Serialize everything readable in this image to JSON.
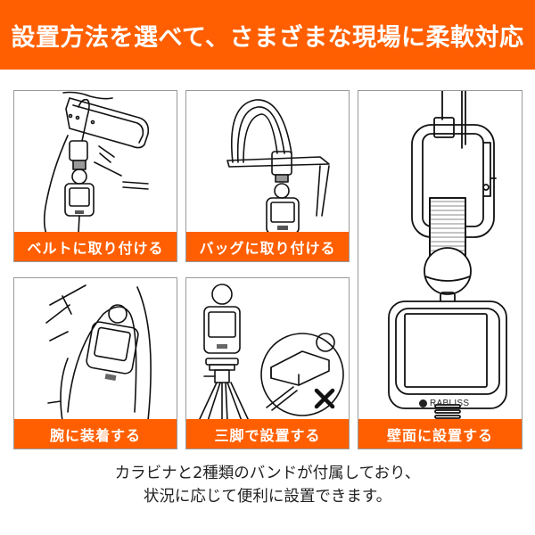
{
  "header": {
    "title": "設置方法を選べて、さまざまな現場に柔軟対応",
    "background_color": "#FF5F00",
    "text_color": "#FFFFFF"
  },
  "panels": [
    {
      "id": "belt",
      "label": "ベルトに取り付ける",
      "illustration": "device-clipped-to-belt"
    },
    {
      "id": "bag",
      "label": "バッグに取り付ける",
      "illustration": "device-hanging-from-bag-handle"
    },
    {
      "id": "wall",
      "label": "壁面に設置する",
      "illustration": "device-hanging-on-wall-via-carabiner",
      "brand_text": "RABLISS"
    },
    {
      "id": "arm",
      "label": "腕に装着する",
      "illustration": "device-strapped-to-arm"
    },
    {
      "id": "tripod",
      "label": "三脚で設置する",
      "illustration": "device-on-tripod-with-x-inset"
    }
  ],
  "caption": {
    "line1": "カラビナと2種類のバンドが付属しており、",
    "line2": "状況に応じて便利に設置できます。"
  },
  "colors": {
    "accent": "#FF5F00",
    "border": "#9A9A9A",
    "caption_text": "#222222"
  }
}
